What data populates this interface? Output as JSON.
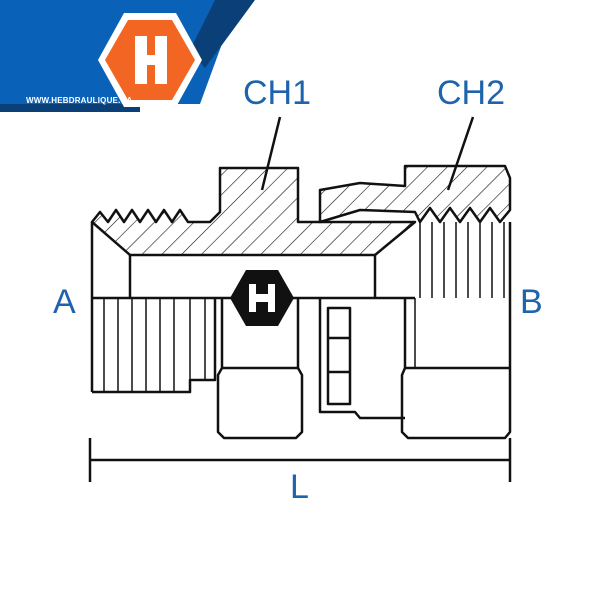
{
  "brand": {
    "url": "WWW.HEBDRAULIQUE.CA",
    "logo_letter": "H",
    "colors": {
      "blue": "#0a62b8",
      "dark_blue": "#0b3f78",
      "orange": "#f26522",
      "label_blue": "#1d64ad"
    }
  },
  "labels": {
    "a": "A",
    "b": "B",
    "ch1": "CH1",
    "ch2": "CH2",
    "l": "L"
  }
}
